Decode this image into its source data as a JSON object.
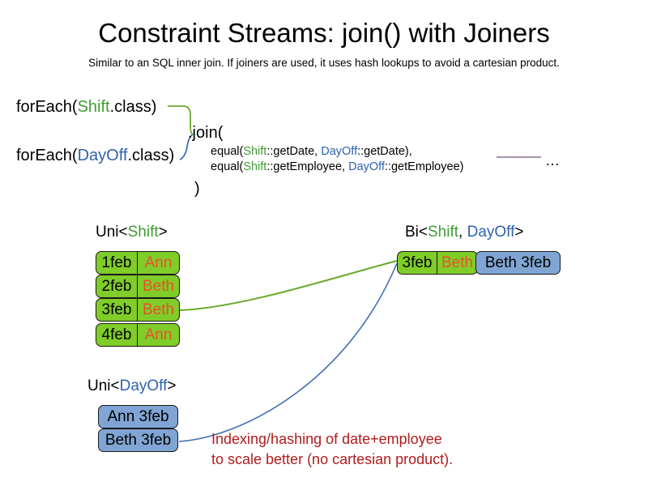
{
  "slide": {
    "title": "Constraint Streams: join() with Joiners",
    "subtitle": "Similar to an SQL inner join. If joiners are used, it uses hash lookups to avoid a cartesian product."
  },
  "code": {
    "foreach_shift": {
      "prefix": "forEach(",
      "type": "Shift",
      "suffix": ".class)"
    },
    "foreach_dayoff": {
      "prefix": "forEach(",
      "type": "DayOff",
      "suffix": ".class)"
    },
    "join_open": ".join(",
    "join_close": ")",
    "joiners": [
      {
        "prefix": "equal(",
        "left_type": "Shift",
        "left_method": "::getDate, ",
        "right_type": "DayOff",
        "right_method": "::getDate),",
        "suffix": ""
      },
      {
        "prefix": "equal(",
        "left_type": "Shift",
        "left_method": "::getEmployee, ",
        "right_type": "DayOff",
        "right_method": "::getEmployee)",
        "suffix": ""
      }
    ],
    "ellipsis": "…"
  },
  "streams": {
    "uni_shift": {
      "label_prefix": "Uni<",
      "label_type": "Shift",
      "label_suffix": ">",
      "rows": [
        {
          "date": "1feb",
          "employee": "Ann"
        },
        {
          "date": "2feb",
          "employee": "Beth"
        },
        {
          "date": "3feb",
          "employee": "Beth"
        },
        {
          "date": "4feb",
          "employee": "Ann"
        }
      ]
    },
    "uni_dayoff": {
      "label_prefix": "Uni<",
      "label_type": "DayOff",
      "label_suffix": ">",
      "rows": [
        {
          "text": "Ann 3feb"
        },
        {
          "text": "Beth 3feb"
        }
      ]
    },
    "bi": {
      "label_prefix": "Bi<",
      "label_type_a": "Shift",
      "label_comma": ", ",
      "label_type_b": "DayOff",
      "label_suffix": ">",
      "row": {
        "shift_date": "3feb",
        "shift_employee": "Beth",
        "dayoff_text": "Beth 3feb"
      }
    }
  },
  "note": {
    "line1": "Indexing/hashing of date+employee",
    "line2": "to scale better (no cartesian product)."
  },
  "colors": {
    "shift_green": "#3f9c35",
    "dayoff_blue": "#2f62ad",
    "box_green": "#80cc28",
    "box_blue": "#80a5d4",
    "employee_orange": "#e8522a",
    "note_red": "#b01c1c",
    "connector_green": "#6aaa2a",
    "connector_blue": "#3f6fb5",
    "rule_purple": "#8a6e91"
  }
}
